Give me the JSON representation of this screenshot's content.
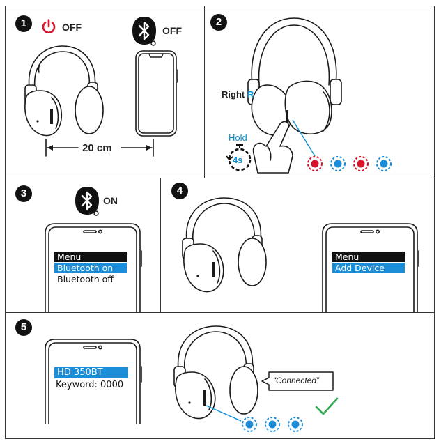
{
  "steps": {
    "s1": {
      "number": "1",
      "power_label": "OFF",
      "bluetooth_label": "OFF",
      "distance": "20 cm"
    },
    "s2": {
      "number": "2",
      "side_label": "Right",
      "side_letter": "R",
      "hold_label": "Hold",
      "timer_label": "4s",
      "led_sequence": [
        "red",
        "blue",
        "red",
        "blue"
      ]
    },
    "s3": {
      "number": "3",
      "bluetooth_label": "ON",
      "menu": [
        "Menu",
        "Bluetooth on",
        "Bluetooth off"
      ]
    },
    "s4": {
      "number": "4",
      "menu": [
        "Menu",
        "Add Device"
      ]
    },
    "s5": {
      "number": "5",
      "device_name": "HD 350BT",
      "keyword": "Keyword: 0000",
      "voice_prompt": "“Connected”",
      "led_sequence": [
        "blue",
        "blue",
        "blue"
      ]
    }
  },
  "colors": {
    "red": "#d9142a",
    "blue": "#1a8cd8",
    "green": "#2fa84f",
    "dark": "#111111"
  }
}
